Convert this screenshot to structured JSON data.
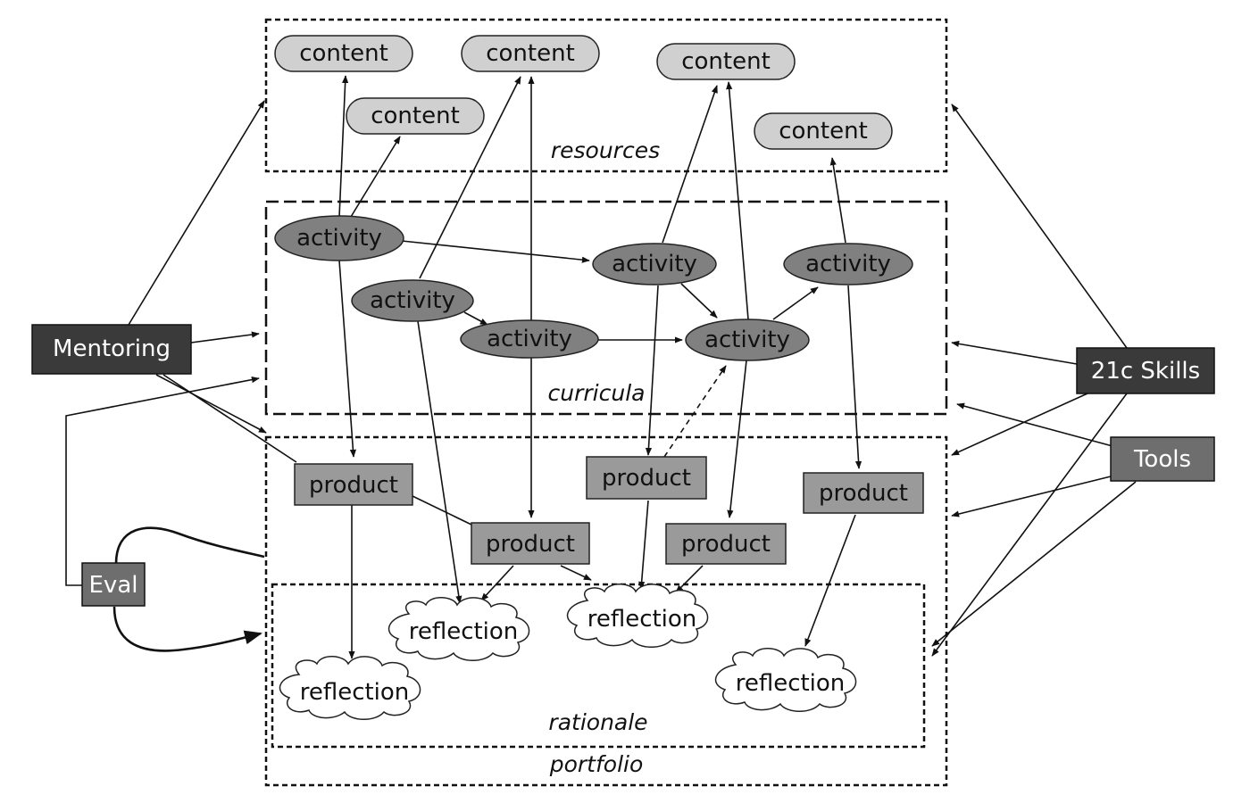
{
  "regions": {
    "resources": "resources",
    "curricula": "curricula",
    "portfolio": "portfolio",
    "rationale": "rationale"
  },
  "nodes": {
    "content_1": "content",
    "content_2": "content",
    "content_3": "content",
    "content_4": "content",
    "content_5": "content",
    "activity_1": "activity",
    "activity_2": "activity",
    "activity_3": "activity",
    "activity_4": "activity",
    "activity_5": "activity",
    "activity_6": "activity",
    "product_1": "product",
    "product_2": "product",
    "product_3": "product",
    "product_4": "product",
    "product_5": "product",
    "reflection_1": "reflection",
    "reflection_2": "reflection",
    "reflection_3": "reflection",
    "reflection_4": "reflection",
    "mentoring": "Mentoring",
    "eval": "Eval",
    "skills": "21c Skills",
    "tools": "Tools"
  },
  "colors": {
    "content_fill": "#d0d0d0",
    "activity_fill": "#808080",
    "product_fill": "#9a9a9a",
    "reflection_fill": "#ffffff",
    "dark_box_fill": "#3a3a3a",
    "tools_fill": "#6e6e6e",
    "eval_fill": "#6e6e6e"
  }
}
